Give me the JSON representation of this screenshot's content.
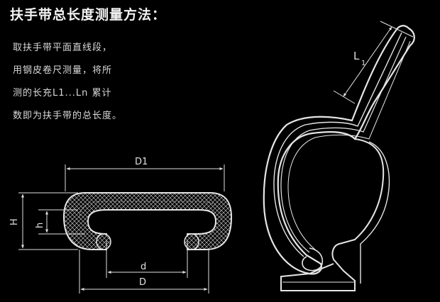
{
  "title": "扶手带总长度测量方法：",
  "description": {
    "lines": [
      "取扶手带平面直线段，",
      "用钢皮卷尺测量，将所",
      "测的长充L1...Ln 累计",
      "数即为扶手带的总长度。"
    ]
  },
  "labels": {
    "D1": "D1",
    "H": "H",
    "h": "h",
    "d": "d",
    "D": "D",
    "L1": "L",
    "L1_sub": "1"
  },
  "colors": {
    "background": "#000000",
    "line": "#e0e0e0"
  }
}
